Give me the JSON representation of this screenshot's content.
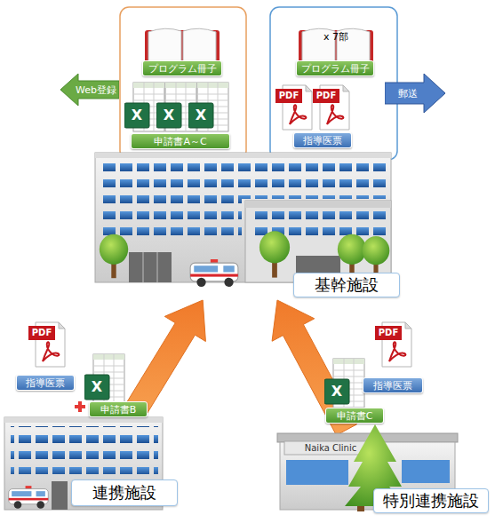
{
  "diagram": {
    "nodes": [
      {
        "text": [
          "Web登録"
        ]
      },
      {
        "text": [
          "プログラム冊子"
        ]
      },
      {
        "text": [
          "申請書A～C"
        ]
      },
      {
        "text": [
          "プログラム冊子"
        ]
      },
      {
        "text": [
          "指導医票"
        ]
      },
      {
        "text": [
          "郵送"
        ]
      },
      {
        "text": [
          "基幹施設"
        ]
      },
      {
        "text": [
          "指導医票"
        ]
      },
      {
        "text": [
          "申請書B"
        ]
      },
      {
        "text": [
          "連携施設"
        ]
      },
      {
        "text": [
          "指導医票"
        ]
      },
      {
        "text": [
          "申請書C"
        ]
      },
      {
        "text": [
          "特別連携施設"
        ]
      }
    ],
    "edges": [
      {
        "from": 9,
        "to": 6,
        "arrow": "to"
      },
      {
        "from": 12,
        "to": 6,
        "arrow": "to"
      }
    ],
    "labels": [
      "x 7部",
      "X",
      "X",
      "X",
      "PDF",
      "PDF",
      "PDF",
      "PDF",
      "X",
      "X",
      "Naika Clinic"
    ]
  }
}
